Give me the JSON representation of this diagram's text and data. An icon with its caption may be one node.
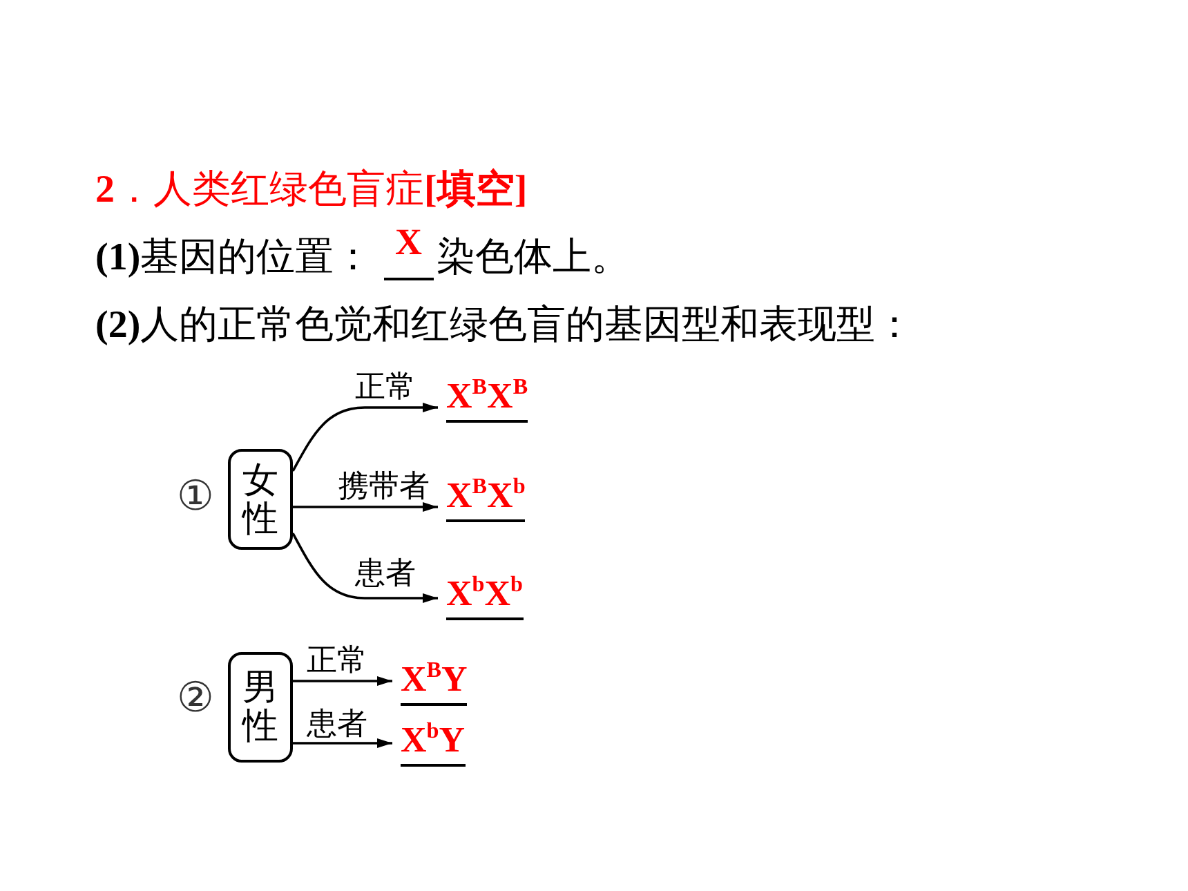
{
  "diagram": {
    "title": "**2**．人类红绿色盲症**[填空]**",
    "nodes": [
      {
        "text": [
          "女性"
        ],
        "beside": [
          "①"
        ]
      },
      {
        "text": [
          "X$^{B}$X$^{B}$"
        ]
      },
      {
        "text": [
          "X$^{B}$X$^{b}$"
        ]
      },
      {
        "text": [
          "X$^{b}$X$^{b}$"
        ]
      },
      {
        "text": [
          "男性"
        ],
        "beside": [
          "②"
        ]
      },
      {
        "text": [
          "X$^{B}$Y"
        ]
      },
      {
        "text": [
          "X$^{b}$Y"
        ]
      }
    ],
    "edges": [
      {
        "from": 0,
        "to": 1,
        "arrow": "to",
        "label": "正常"
      },
      {
        "from": 0,
        "to": 2,
        "arrow": "to",
        "label": "携带者"
      },
      {
        "from": 0,
        "to": 3,
        "arrow": "to",
        "label": "患者"
      },
      {
        "from": 4,
        "to": 5,
        "arrow": "to",
        "label": "正常"
      },
      {
        "from": 4,
        "to": 6,
        "arrow": "to",
        "label": "患者"
      }
    ],
    "labels": [
      "**(1)**基因的位置：",
      "X",
      "染色体上。",
      "**(2)**人的正常色觉和红绿色盲的基因型和表现型："
    ]
  }
}
